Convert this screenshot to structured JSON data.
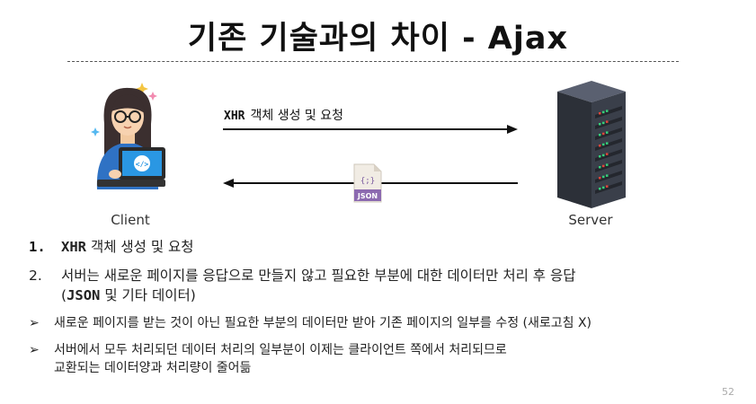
{
  "slide": {
    "title": "기존 기술과의 차이 - Ajax",
    "page_number": "52"
  },
  "diagram": {
    "client_label": "Client",
    "server_label": "Server",
    "request_prefix": "XHR",
    "request_text": "객체 생성 및 요청",
    "json_label": "JSON",
    "json_symbol": "{;}",
    "colors": {
      "json_badge": "#8c6ab0",
      "server_body": "#3a3f4a",
      "led_green": "#35d07a",
      "led_red": "#e0463a"
    }
  },
  "list": {
    "item1": {
      "num": "1.",
      "prefix": "XHR",
      "text": "객체 생성 및 요청"
    },
    "item2": {
      "num": "2.",
      "line1": "서버는 새로운 페이지를 응답으로 만들지 않고 필요한 부분에 대한 데이터만 처리 후 응답",
      "line2_open": "(",
      "line2_mono": "JSON",
      "line2_rest": "및 기타 데이터)"
    },
    "bullet1": {
      "mark": "➢",
      "text": "새로운 페이지를 받는 것이 아닌 필요한 부분의 데이터만 받아 기존 페이지의 일부를 수정 (새로고침 X)"
    },
    "bullet2": {
      "mark": "➢",
      "line1": "서버에서 모두 처리되던 데이터 처리의 일부분이 이제는 클라이언트 쪽에서 처리되므로",
      "line2": "교환되는 데이터양과 처리량이 줄어듦"
    }
  }
}
